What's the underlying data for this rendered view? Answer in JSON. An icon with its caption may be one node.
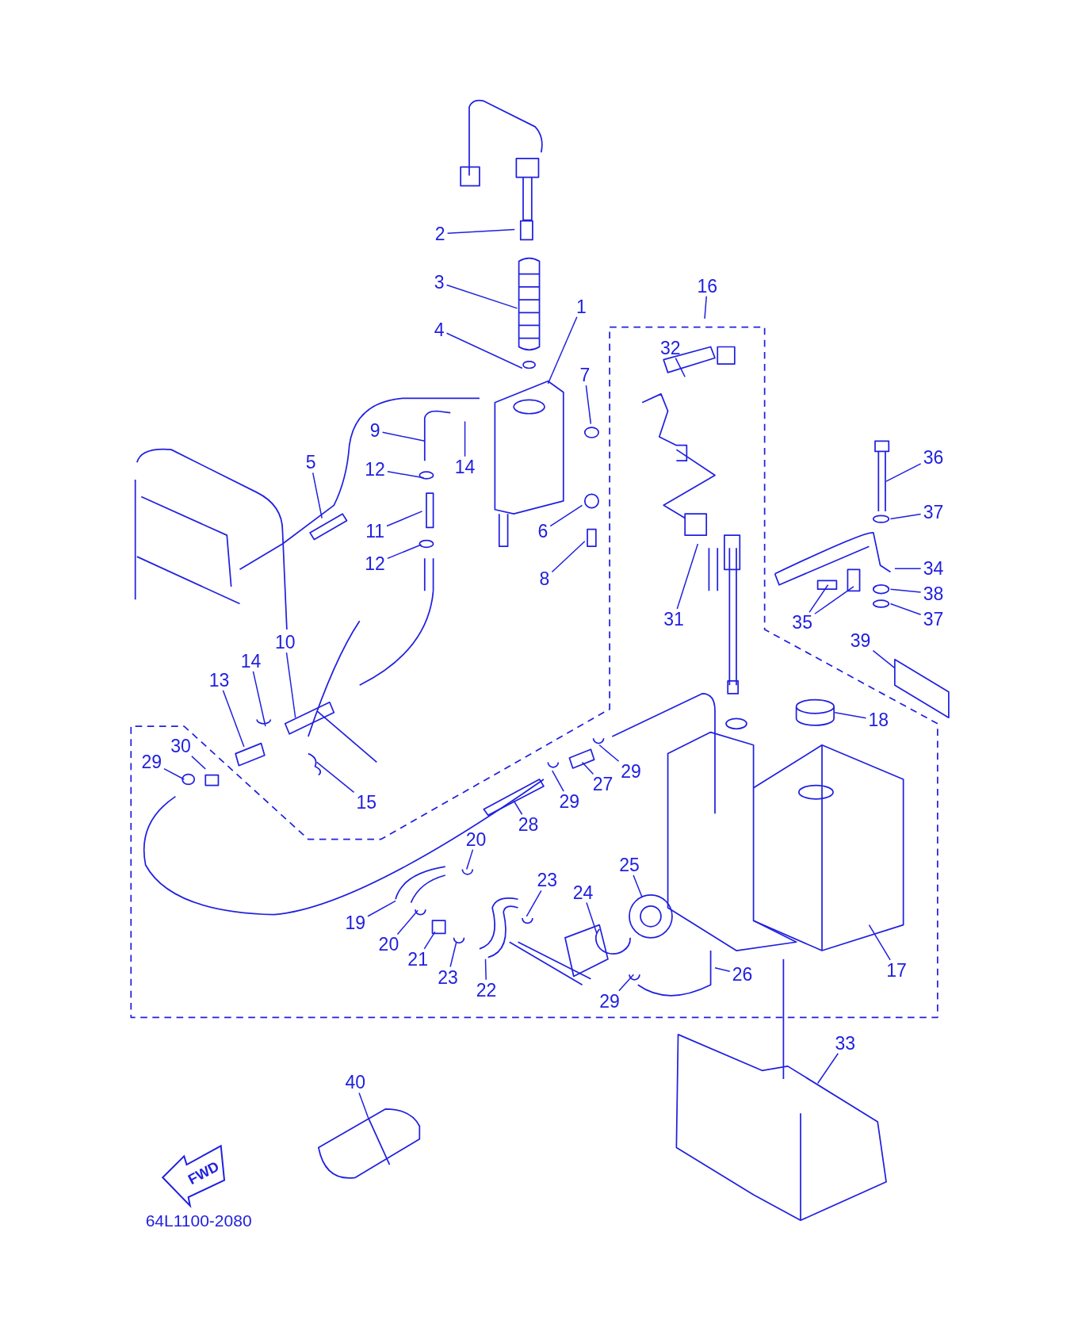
{
  "diagram": {
    "nodes": [
      {
        "text": [
          "2"
        ]
      },
      {
        "text": [
          "3"
        ]
      },
      {
        "text": [
          "16"
        ]
      },
      {
        "text": [
          "1"
        ]
      },
      {
        "text": [
          "4"
        ]
      },
      {
        "text": [
          "32"
        ]
      },
      {
        "text": [
          "7"
        ]
      },
      {
        "text": [
          "9"
        ]
      },
      {
        "text": [
          "36"
        ]
      },
      {
        "text": [
          "5"
        ]
      },
      {
        "text": [
          "12"
        ]
      },
      {
        "text": [
          "14"
        ]
      },
      {
        "text": [
          "37"
        ]
      },
      {
        "text": [
          "11"
        ]
      },
      {
        "text": [
          "6"
        ]
      },
      {
        "text": [
          "12"
        ]
      },
      {
        "text": [
          "34"
        ]
      },
      {
        "text": [
          "8"
        ]
      },
      {
        "text": [
          "38"
        ]
      },
      {
        "text": [
          "31"
        ]
      },
      {
        "text": [
          "35"
        ]
      },
      {
        "text": [
          "37"
        ]
      },
      {
        "text": [
          "10"
        ]
      },
      {
        "text": [
          "39"
        ]
      },
      {
        "text": [
          "14"
        ]
      },
      {
        "text": [
          "13"
        ]
      },
      {
        "text": [
          "18"
        ]
      },
      {
        "text": [
          "30"
        ]
      },
      {
        "text": [
          "29"
        ]
      },
      {
        "text": [
          "29"
        ]
      },
      {
        "text": [
          "27"
        ]
      },
      {
        "text": [
          "15"
        ]
      },
      {
        "text": [
          "29"
        ]
      },
      {
        "text": [
          "28"
        ]
      },
      {
        "text": [
          "20"
        ]
      },
      {
        "text": [
          "25"
        ]
      },
      {
        "text": [
          "23"
        ]
      },
      {
        "text": [
          "24"
        ]
      },
      {
        "text": [
          "19"
        ]
      },
      {
        "text": [
          "20"
        ]
      },
      {
        "text": [
          "21"
        ]
      },
      {
        "text": [
          "17"
        ]
      },
      {
        "text": [
          "26"
        ]
      },
      {
        "text": [
          "23"
        ]
      },
      {
        "text": [
          "22"
        ]
      },
      {
        "text": [
          "29"
        ]
      },
      {
        "text": [
          "33"
        ]
      },
      {
        "text": [
          "40"
        ]
      }
    ],
    "edges": [
      {
        "from": 0,
        "to": null,
        "arrow": "none"
      },
      {
        "from": 1,
        "to": null,
        "arrow": "none"
      },
      {
        "from": 2,
        "to": null,
        "arrow": "none"
      },
      {
        "from": 3,
        "to": null,
        "arrow": "none"
      },
      {
        "from": 4,
        "to": null,
        "arrow": "none"
      },
      {
        "from": 5,
        "to": null,
        "arrow": "none"
      },
      {
        "from": 6,
        "to": null,
        "arrow": "none"
      },
      {
        "from": 7,
        "to": null,
        "arrow": "none"
      },
      {
        "from": 8,
        "to": null,
        "arrow": "none"
      },
      {
        "from": 9,
        "to": null,
        "arrow": "none"
      },
      {
        "from": 10,
        "to": null,
        "arrow": "none"
      },
      {
        "from": 11,
        "to": null,
        "arrow": "none"
      },
      {
        "from": 12,
        "to": null,
        "arrow": "none"
      },
      {
        "from": 13,
        "to": null,
        "arrow": "none"
      },
      {
        "from": 14,
        "to": null,
        "arrow": "none"
      },
      {
        "from": 15,
        "to": null,
        "arrow": "none"
      },
      {
        "from": 16,
        "to": null,
        "arrow": "none"
      },
      {
        "from": 17,
        "to": null,
        "arrow": "none"
      },
      {
        "from": 18,
        "to": null,
        "arrow": "none"
      },
      {
        "from": 19,
        "to": null,
        "arrow": "none"
      },
      {
        "from": 20,
        "to": null,
        "arrow": "none"
      },
      {
        "from": 20,
        "to": null,
        "arrow": "none"
      },
      {
        "from": 21,
        "to": null,
        "arrow": "none"
      },
      {
        "from": 22,
        "to": null,
        "arrow": "none"
      },
      {
        "from": 23,
        "to": null,
        "arrow": "none"
      },
      {
        "from": 24,
        "to": null,
        "arrow": "none"
      },
      {
        "from": 25,
        "to": null,
        "arrow": "none"
      },
      {
        "from": 26,
        "to": null,
        "arrow": "none"
      },
      {
        "from": 27,
        "to": null,
        "arrow": "none"
      },
      {
        "from": 28,
        "to": null,
        "arrow": "none"
      },
      {
        "from": 29,
        "to": null,
        "arrow": "none"
      },
      {
        "from": 30,
        "to": null,
        "arrow": "none"
      },
      {
        "from": 31,
        "to": null,
        "arrow": "none"
      },
      {
        "from": 32,
        "to": null,
        "arrow": "none"
      },
      {
        "from": 33,
        "to": null,
        "arrow": "none"
      },
      {
        "from": 34,
        "to": null,
        "arrow": "none"
      },
      {
        "from": 35,
        "to": null,
        "arrow": "none"
      },
      {
        "from": 36,
        "to": null,
        "arrow": "none"
      },
      {
        "from": 37,
        "to": null,
        "arrow": "none"
      },
      {
        "from": 38,
        "to": null,
        "arrow": "none"
      },
      {
        "from": 39,
        "to": null,
        "arrow": "none"
      },
      {
        "from": 40,
        "to": null,
        "arrow": "none"
      },
      {
        "from": 41,
        "to": null,
        "arrow": "none"
      },
      {
        "from": 42,
        "to": null,
        "arrow": "none"
      },
      {
        "from": 43,
        "to": null,
        "arrow": "none"
      },
      {
        "from": 44,
        "to": null,
        "arrow": "none"
      },
      {
        "from": 45,
        "to": null,
        "arrow": "none"
      },
      {
        "from": 46,
        "to": null,
        "arrow": "none"
      },
      {
        "from": 47,
        "to": null,
        "arrow": "none"
      }
    ],
    "labels": [
      "FWD",
      "64L1100-2080"
    ]
  }
}
